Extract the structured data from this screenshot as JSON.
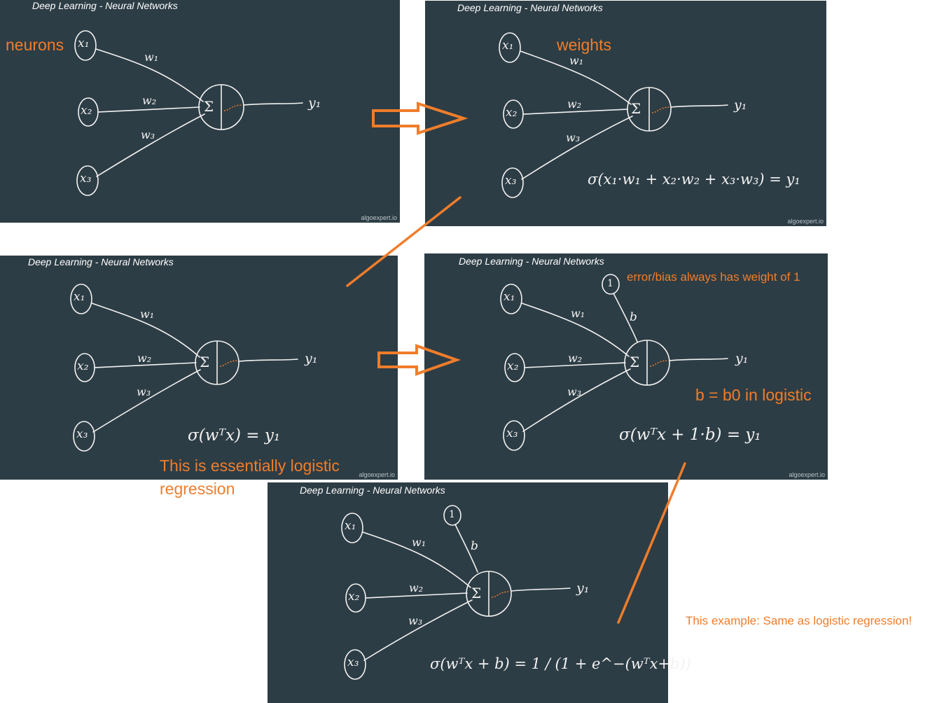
{
  "panels": [
    {
      "title": "Deep Learning - Neural Networks",
      "footer": "algoexpert.io",
      "inputs": [
        "x₁",
        "x₂",
        "x₃"
      ],
      "weights": [
        "w₁",
        "w₂",
        "w₃"
      ],
      "sum_symbol": "Σ",
      "output": "y₁",
      "formula": ""
    },
    {
      "title": "Deep Learning - Neural Networks",
      "footer": "algoexpert.io",
      "inputs": [
        "x₁",
        "x₂",
        "x₃"
      ],
      "weights": [
        "w₁",
        "w₂",
        "w₃"
      ],
      "sum_symbol": "Σ",
      "output": "y₁",
      "formula": "σ(x₁·w₁ + x₂·w₂ + x₃·w₃) = y₁"
    },
    {
      "title": "Deep Learning - Neural Networks",
      "footer": "algoexpert.io",
      "inputs": [
        "x₁",
        "x₂",
        "x₃"
      ],
      "weights": [
        "w₁",
        "w₂",
        "w₃"
      ],
      "sum_symbol": "Σ",
      "output": "y₁",
      "formula": "σ(wᵀx) = y₁"
    },
    {
      "title": "Deep Learning - Neural Networks",
      "footer": "algoexpert.io",
      "inputs": [
        "x₁",
        "x₂",
        "x₃"
      ],
      "weights": [
        "w₁",
        "w₂",
        "w₃"
      ],
      "bias_node": "1",
      "bias_label": "b",
      "sum_symbol": "Σ",
      "output": "y₁",
      "formula": "σ(wᵀx + 1·b) = y₁"
    },
    {
      "title": "Deep Learning - Neural Networks",
      "footer": "",
      "inputs": [
        "x₁",
        "x₂",
        "x₃"
      ],
      "weights": [
        "w₁",
        "w₂",
        "w₃"
      ],
      "bias_node": "1",
      "bias_label": "b",
      "sum_symbol": "Σ",
      "output": "y₁",
      "formula": "σ(wᵀx + b) = 1 / (1 + e^−(wᵀx+b))"
    }
  ],
  "annotations": {
    "neurons": "neurons",
    "weights": "weights",
    "bias_note": "error/bias always has weight of 1",
    "b_note": "b = b0 in logistic",
    "logistic_note_line1": "This is essentially logistic",
    "logistic_note_line2": "regression",
    "example_note": "This example: Same as logistic regression!"
  },
  "colors": {
    "panel_bg": "#2d3d45",
    "chalk": "#f2f2f2",
    "annotation": "#f07d2b"
  },
  "icons": [
    "right-arrow-icon",
    "right-arrow-icon"
  ]
}
